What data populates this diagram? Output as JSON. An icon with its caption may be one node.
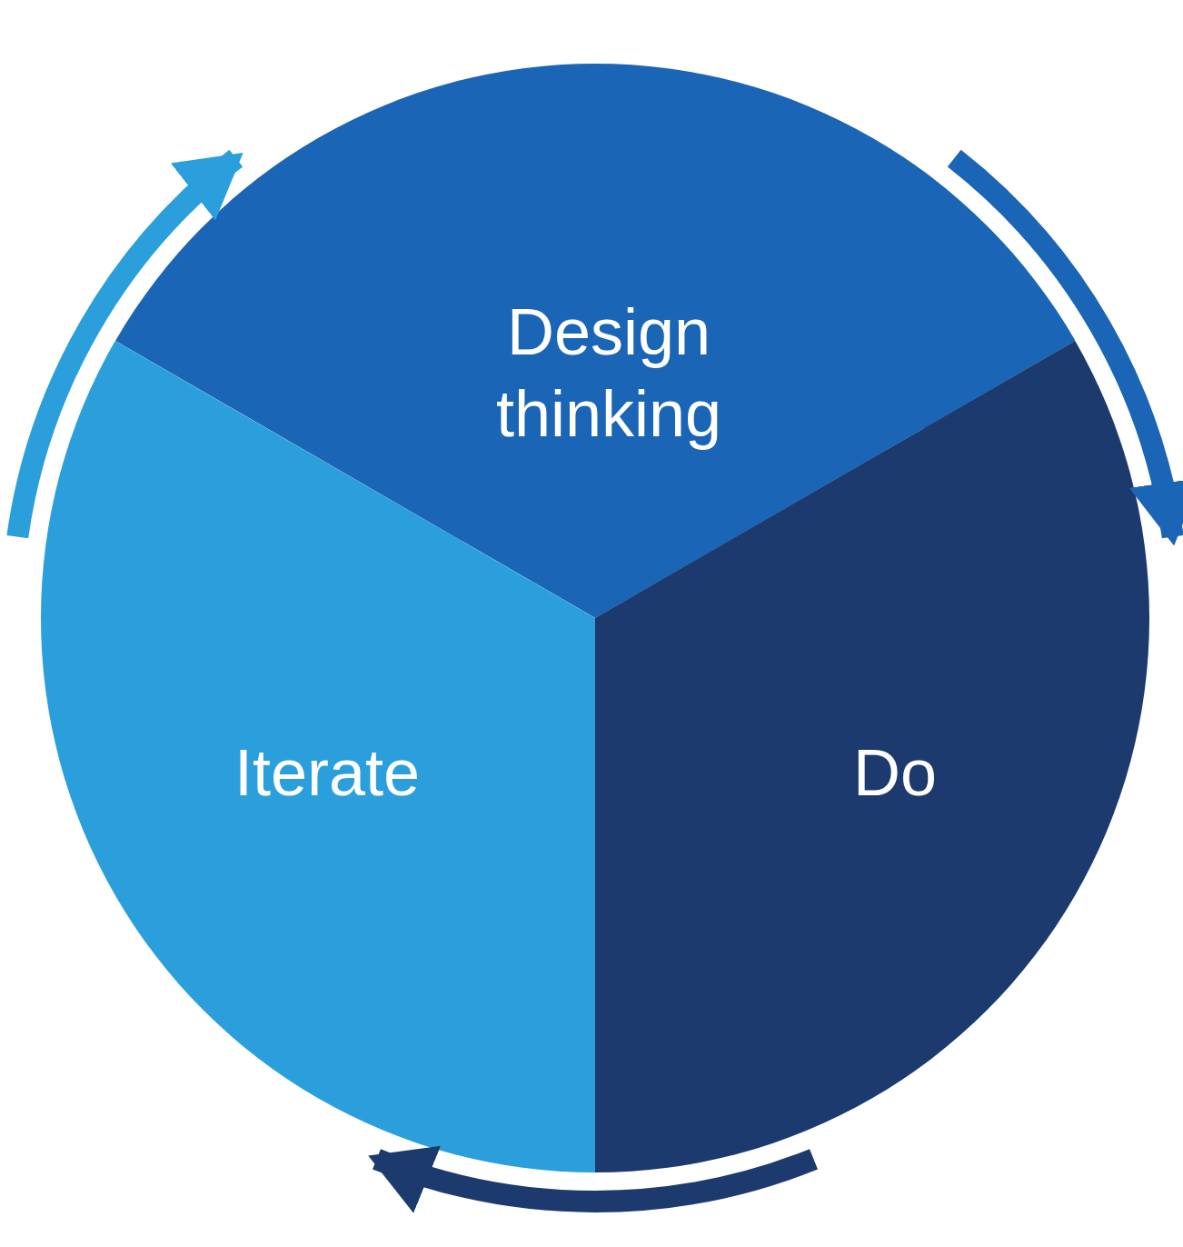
{
  "diagram": {
    "nodes": [
      {
        "text": [
          "Design thinking"
        ]
      },
      {
        "text": [
          "Do"
        ]
      },
      {
        "text": [
          "Iterate"
        ]
      }
    ],
    "edges": [
      {
        "from": 0,
        "to": 1,
        "arrow": "to",
        "color": "#1a65b5"
      },
      {
        "from": 1,
        "to": 2,
        "arrow": "to",
        "color": "#1c3a6e"
      },
      {
        "from": 2,
        "to": 0,
        "arrow": "to",
        "color": "#2b9fdc"
      }
    ]
  }
}
